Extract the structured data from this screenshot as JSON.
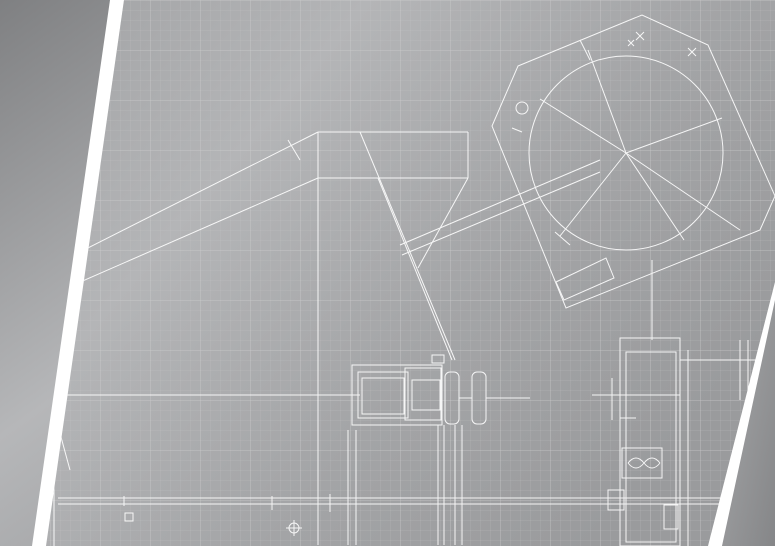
{
  "scene": {
    "kind": "technical-drawing-blueprint-background",
    "colors": {
      "panel_light": "#b9babb",
      "panel_mid": "#a2a3a5",
      "panel_dark": "#838486",
      "grid": "#c8c9cb",
      "line": "#ffffff",
      "stripe": "#ffffff"
    },
    "components": [
      "inclined-conveyor",
      "hopper",
      "octagonal-drum-housing",
      "roller-assembly",
      "motor-cabinet",
      "fan-symbol"
    ]
  }
}
